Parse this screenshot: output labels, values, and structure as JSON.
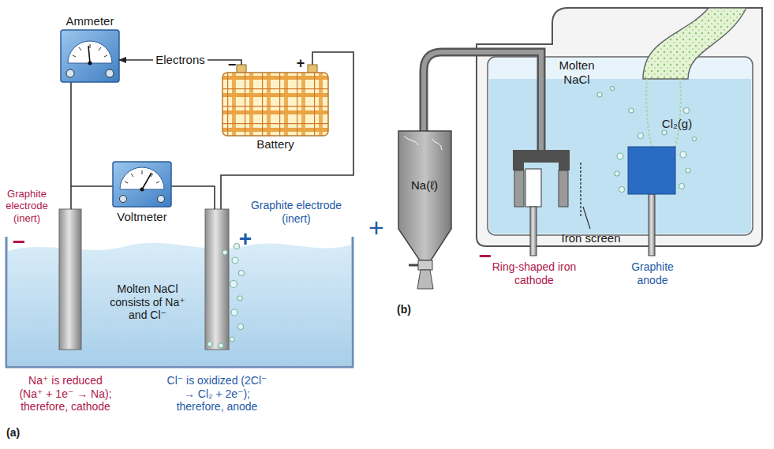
{
  "diagram": {
    "nodes": [
      {
        "text": [
          "Ammeter"
        ]
      },
      {
        "text": [
          "−",
          "+",
          "Battery"
        ]
      },
      {
        "text": [
          "Voltmeter"
        ]
      }
    ],
    "edges": [
      {
        "from": 1,
        "to": 0,
        "arrow": "to",
        "label": "Electrons"
      }
    ],
    "labels": [
      "Graphite electrode (inert)",
      "−",
      "Graphite electrode (inert)",
      "+",
      "Molten NaCl consists of Na⁺ and Cl⁻",
      "Na⁺ is reduced (Na⁺ + 1e⁻ → Na); therefore, cathode",
      "Cl⁻ is oxidized (2Cl⁻ → Cl₂ + 2e⁻); therefore, anode",
      "(a)",
      "+",
      "Na(ℓ)",
      "Molten NaCl",
      "Cl₂(g)",
      "Iron screen",
      "−",
      "Ring-shaped iron cathode",
      "Graphite anode",
      "(b)"
    ]
  }
}
